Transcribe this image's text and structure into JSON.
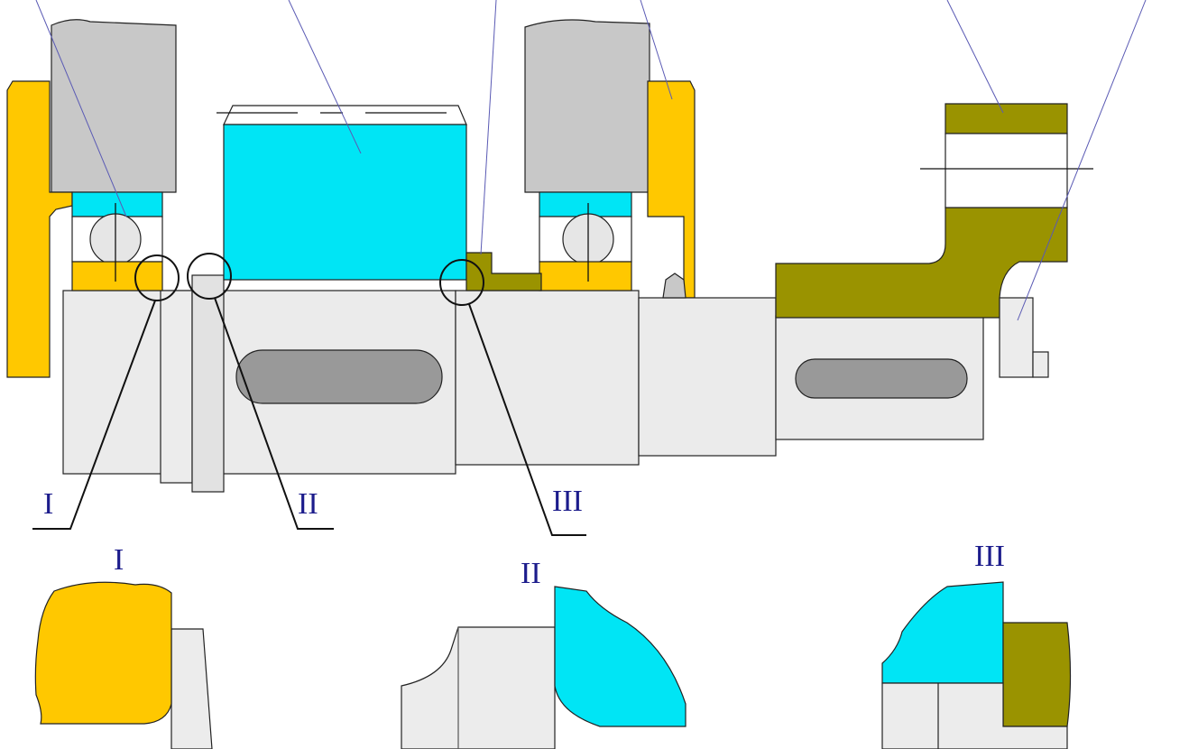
{
  "callouts": {
    "I": "I",
    "II": "II",
    "III": "III"
  },
  "details": {
    "I": "I",
    "II": "II",
    "III": "III"
  },
  "colors": {
    "bearing_ring_outer": "#00e5f5",
    "gear": "#00e5f5",
    "bearing_ring_inner": "#ffc800",
    "cover": "#ffc800",
    "housing": "#c8c8c8",
    "shaft": "#ebebeb",
    "key_slot": "#999999",
    "bushing": "#9a9300",
    "label": "#1c1c8c",
    "leader": "#5a5ab4"
  }
}
